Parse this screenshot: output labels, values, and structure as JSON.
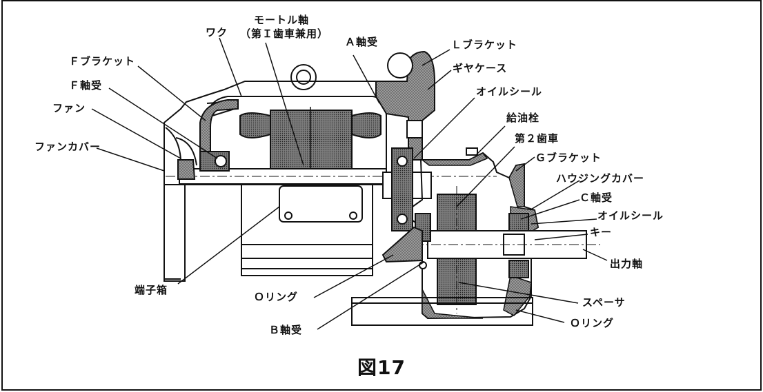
{
  "labels": {
    "motor_shaft": "モートル軸",
    "motor_shaft_sub": "（第Ｉ歯車兼用）",
    "waku": "ワク",
    "a_bearing": "Ａ軸受",
    "l_bracket": "Ｌブラケット",
    "f_bracket": "Ｆブラケット",
    "gear_case": "ギヤケース",
    "f_bearing": "Ｆ軸受",
    "oil_seal_top": "オイルシール",
    "fan": "ファン",
    "oil_plug": "給油栓",
    "second_gear": "第２歯車",
    "fan_cover": "ファンカバー",
    "g_bracket": "Ｇブラケット",
    "housing_cover": "ハウジングカバー",
    "c_bearing": "Ｃ軸受",
    "oil_seal_right": "オイルシール",
    "key": "キー",
    "output_shaft": "出力軸",
    "terminal_box": "端子箱",
    "o_ring_mid": "Ｏリング",
    "spacer": "スペーサ",
    "b_bearing": "Ｂ軸受",
    "o_ring_bottom": "Ｏリング"
  },
  "caption": "図17"
}
